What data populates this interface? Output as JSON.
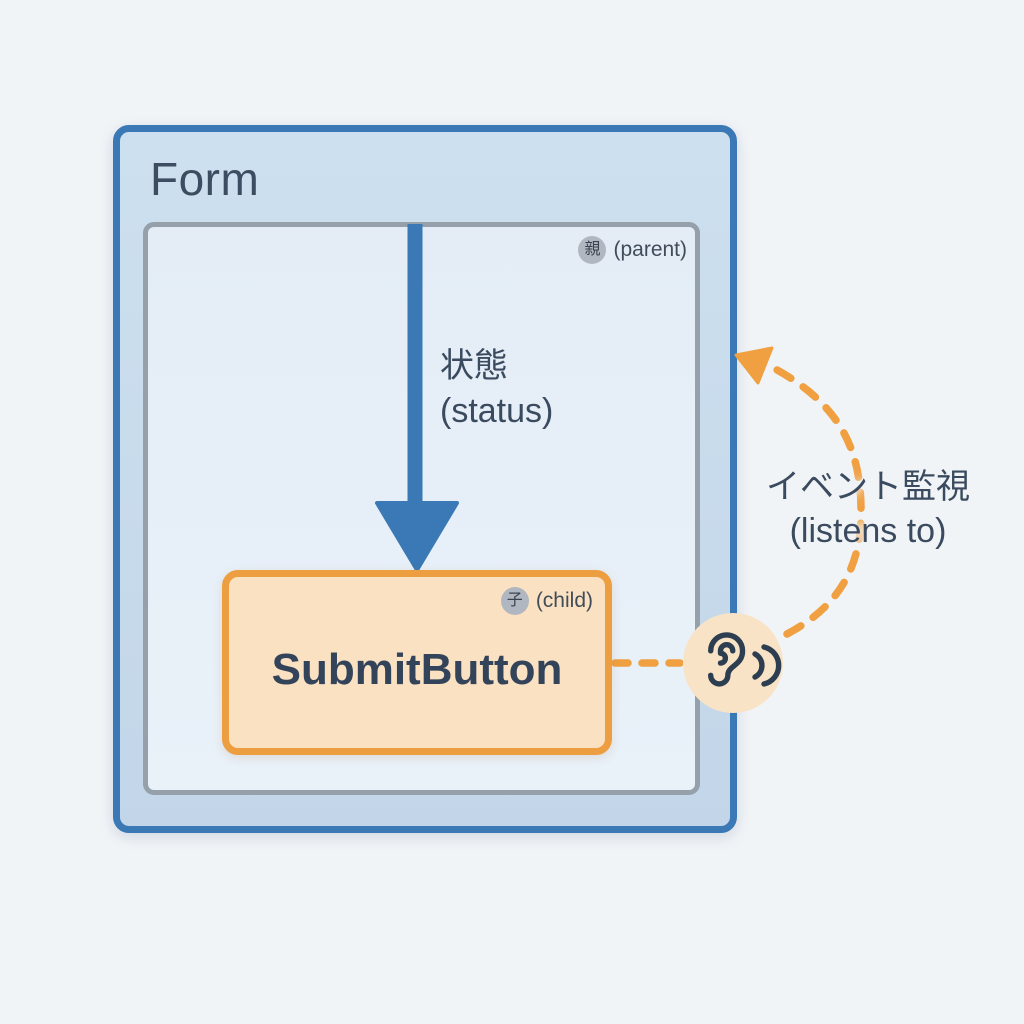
{
  "diagram": {
    "form": {
      "title": "Form",
      "badge": {
        "kanji": "親",
        "label": "(parent)"
      }
    },
    "status_arrow": {
      "label_ja": "状態",
      "label_en": "(status)",
      "direction": "parent-to-child"
    },
    "submit_button": {
      "title": "SubmitButton",
      "badge": {
        "kanji": "子",
        "label": "(child)"
      }
    },
    "listener": {
      "label_ja": "イベント監視",
      "label_en": "(listens to)",
      "icon": "ear-icon",
      "direction": "child-to-parent"
    },
    "colors": {
      "background": "#f1f4f7",
      "form_border": "#3a79b5",
      "form_fill": "#c8daeb",
      "inner_border": "#96a0ab",
      "inner_fill": "#e6eff8",
      "status_arrow_blue": "#3a79b5",
      "button_border": "#ec9e40",
      "button_fill": "#fae1c2",
      "ear_circle_fill": "#f9e3c6",
      "ear_icon_stroke": "#2d3e50",
      "dashed_orange": "#f0a041",
      "text_dark": "#3c4d61",
      "badge_gray": "#b0b7c0"
    }
  }
}
